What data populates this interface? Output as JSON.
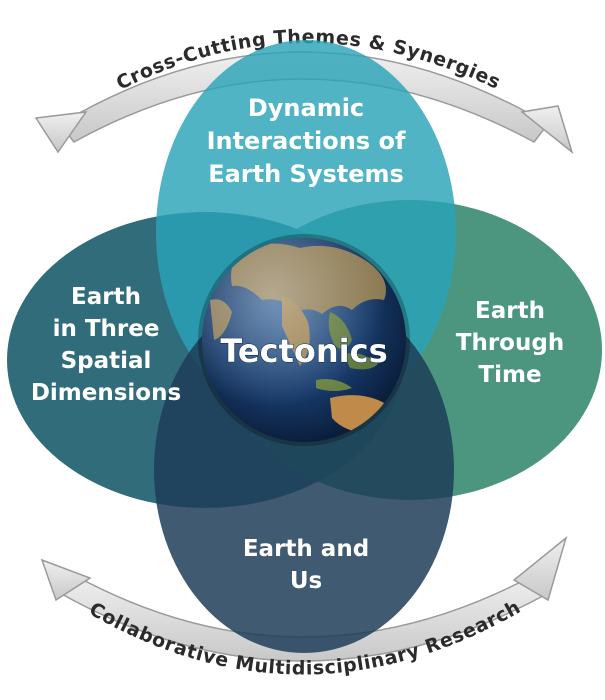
{
  "top_arc_text": "Cross-Cutting Themes & Synergies",
  "bottom_arc_text": "Collaborative Multidisciplinary Research",
  "center_label": "Tectonics",
  "circles": {
    "top": {
      "lines": [
        "Dynamic",
        "Interactions of",
        "Earth Systems"
      ],
      "color": "#2aa3b8"
    },
    "left": {
      "lines": [
        "Earth",
        "in Three",
        "Spatial",
        "Dimensions"
      ],
      "color": "#1f6070"
    },
    "right": {
      "lines": [
        "Earth",
        "Through",
        "Time"
      ],
      "color": "#2d8468"
    },
    "bottom": {
      "lines": [
        "Earth and",
        "Us"
      ],
      "color": "#1d3d58"
    }
  },
  "colors": {
    "arrow_fill": "#d8d8d8",
    "arrow_stroke": "#9a9a9a",
    "arc_text": "#2b2b2b"
  },
  "icons": {
    "center": "earth-globe-icon"
  }
}
